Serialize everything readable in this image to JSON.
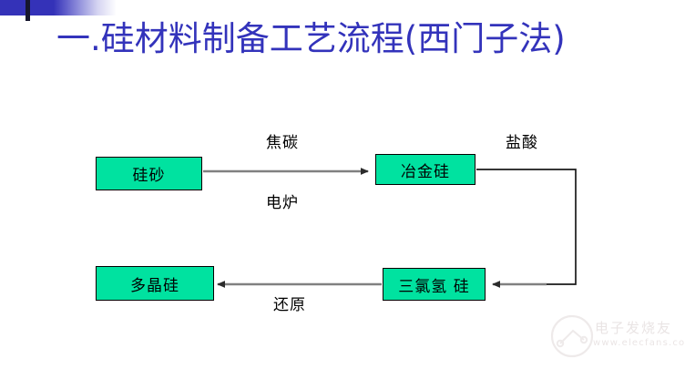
{
  "slide": {
    "title": "一.硅材料制备工艺流程(西门子法)",
    "title_color": "#3333bb",
    "background_color": "#ffffff",
    "accent_color": "#3432b8"
  },
  "decoration": {
    "bar_name": "gradient-bar",
    "bar_color": "#3432b8",
    "tick_color": "#16162e"
  },
  "diagram": {
    "node_fill": "#00e2a0",
    "node_border": "#000000",
    "connector_color": "#808080",
    "nodes": [
      {
        "id": "silica-sand",
        "label": "硅砂"
      },
      {
        "id": "metallurgical-si",
        "label": "冶金硅"
      },
      {
        "id": "trichlorosilane",
        "label": "三氯氢 硅"
      },
      {
        "id": "polysilicon",
        "label": "多晶硅"
      }
    ],
    "edge_labels": [
      {
        "id": "coke",
        "label": "焦碳"
      },
      {
        "id": "electric-arc",
        "label": "电炉"
      },
      {
        "id": "hcl",
        "label": "盐酸"
      },
      {
        "id": "reduction",
        "label": "还原"
      }
    ]
  },
  "watermark": {
    "text": "电子发烧友",
    "url": "www.elecfans.com"
  }
}
